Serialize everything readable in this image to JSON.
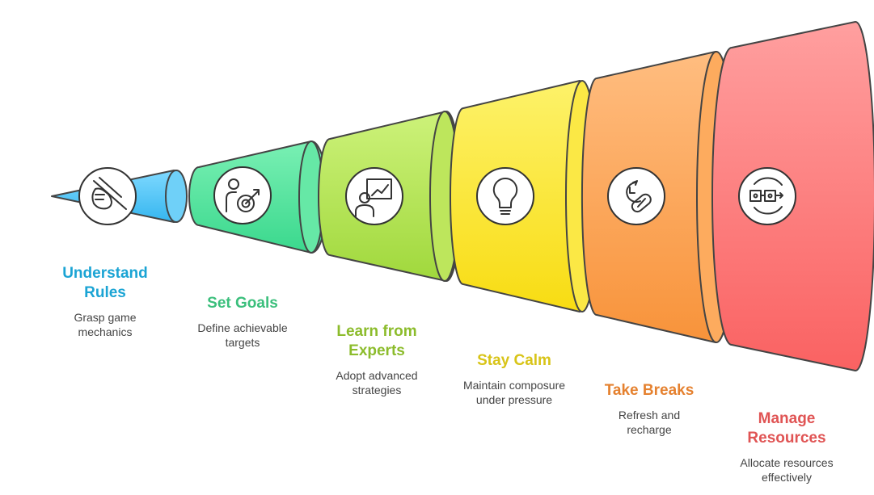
{
  "steps": [
    {
      "title": "Understand\nRules",
      "desc": "Grasp game\nmechanics",
      "icon": "hand-chopsticks-icon",
      "color": "#1ba4d4"
    },
    {
      "title": "Set Goals",
      "desc": "Define achievable\ntargets",
      "icon": "person-target-icon",
      "color": "#3bbf7c"
    },
    {
      "title": "Learn from\nExperts",
      "desc": "Adopt advanced\nstrategies",
      "icon": "presenter-chart-icon",
      "color": "#8cbc2c"
    },
    {
      "title": "Stay Calm",
      "desc": "Maintain composure\nunder pressure",
      "icon": "lightbulb-icon",
      "color": "#d8c418"
    },
    {
      "title": "Take Breaks",
      "desc": "Refresh and\nrecharge",
      "icon": "clock-pill-icon",
      "color": "#e5812f"
    },
    {
      "title": "Manage\nResources",
      "desc": "Allocate resources\neffectively",
      "icon": "resource-cycle-icon",
      "color": "#e05454"
    }
  ]
}
